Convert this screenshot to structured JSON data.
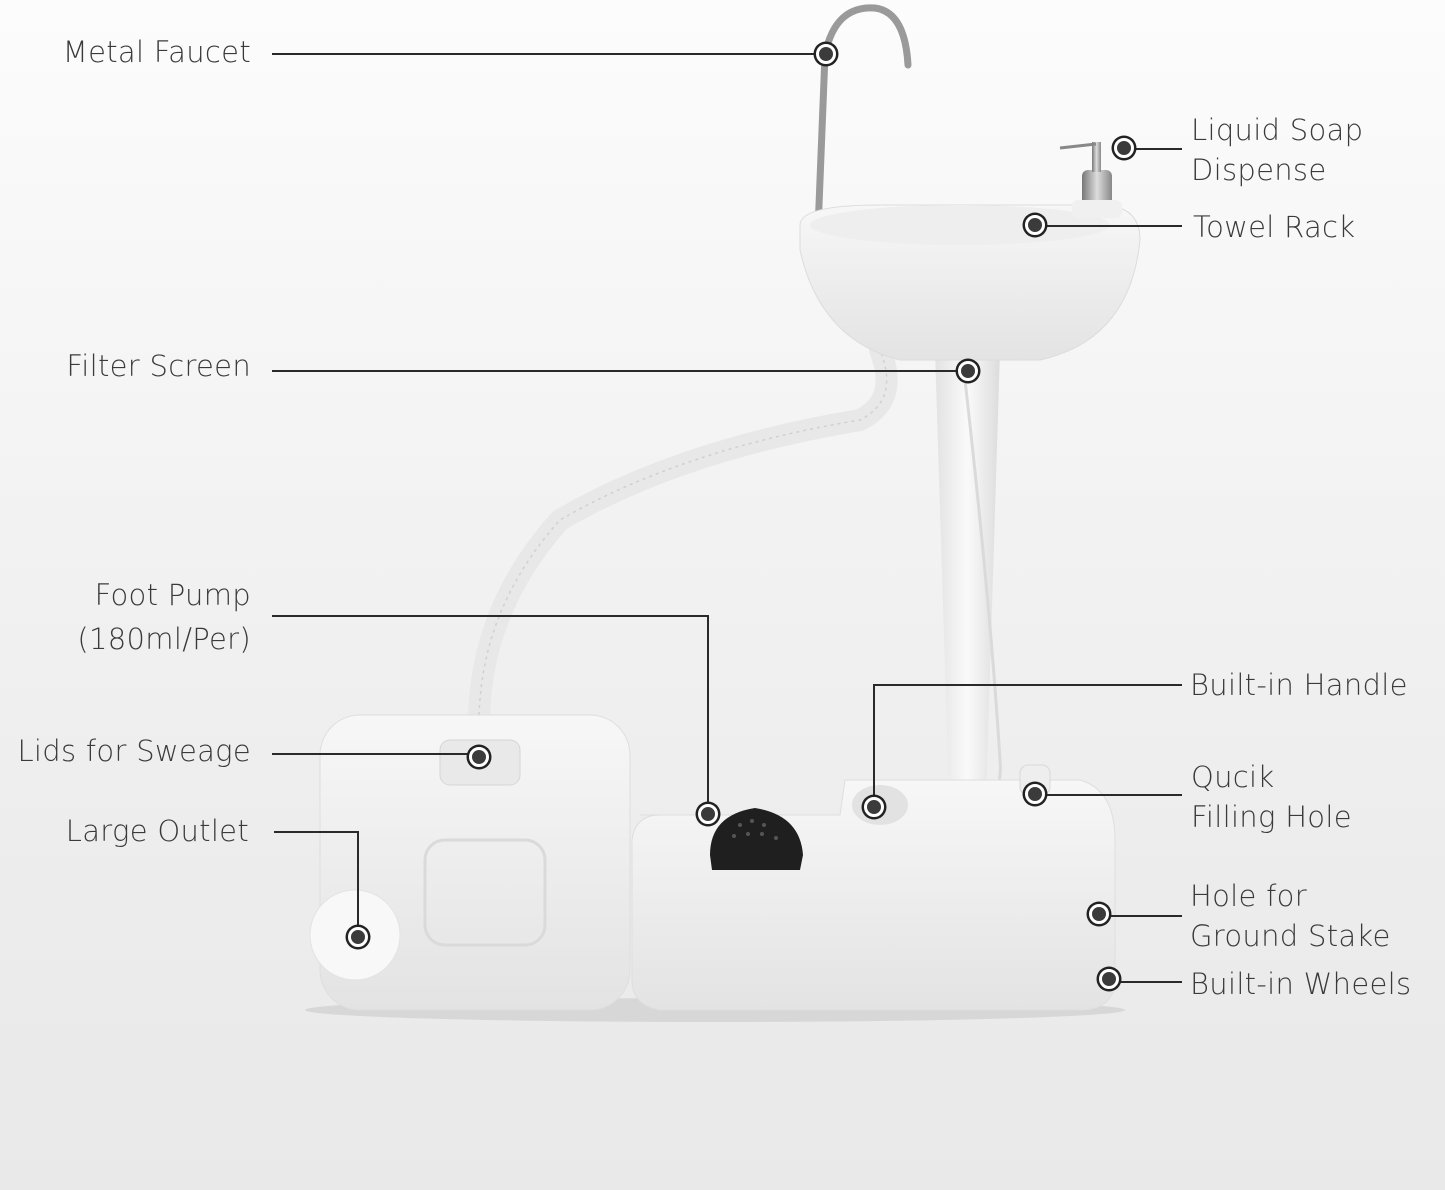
{
  "diagram": {
    "type": "product-feature-callouts",
    "subject": "Portable hand wash sink station",
    "colors": {
      "background": "#f0f0f0",
      "text": "#3a3a3a",
      "leader_line": "#2a2a2a",
      "marker": "#3b3b3b"
    },
    "callouts": [
      {
        "id": "metal-faucet",
        "lines": [
          "Metal Faucet"
        ],
        "side": "left"
      },
      {
        "id": "liquid-soap-dispense",
        "lines": [
          "Liquid Soap",
          "Dispense"
        ],
        "side": "right"
      },
      {
        "id": "towel-rack",
        "lines": [
          "Towel Rack"
        ],
        "side": "right"
      },
      {
        "id": "filter-screen",
        "lines": [
          "Filter Screen"
        ],
        "side": "left"
      },
      {
        "id": "foot-pump",
        "lines": [
          "Foot Pump",
          "(180ml/Per)"
        ],
        "side": "left"
      },
      {
        "id": "built-in-handle",
        "lines": [
          "Built-in Handle"
        ],
        "side": "right"
      },
      {
        "id": "lids-for-sweage",
        "lines": [
          "Lids for Sweage"
        ],
        "side": "left"
      },
      {
        "id": "qucik-filling-hole",
        "lines": [
          "Qucik",
          "Filling Hole"
        ],
        "side": "right"
      },
      {
        "id": "large-outlet",
        "lines": [
          "Large Outlet"
        ],
        "side": "left"
      },
      {
        "id": "hole-for-ground-stake",
        "lines": [
          "Hole for",
          "Ground Stake"
        ],
        "side": "right"
      },
      {
        "id": "built-in-wheels",
        "lines": [
          "Built-in Wheels"
        ],
        "side": "right"
      }
    ]
  }
}
